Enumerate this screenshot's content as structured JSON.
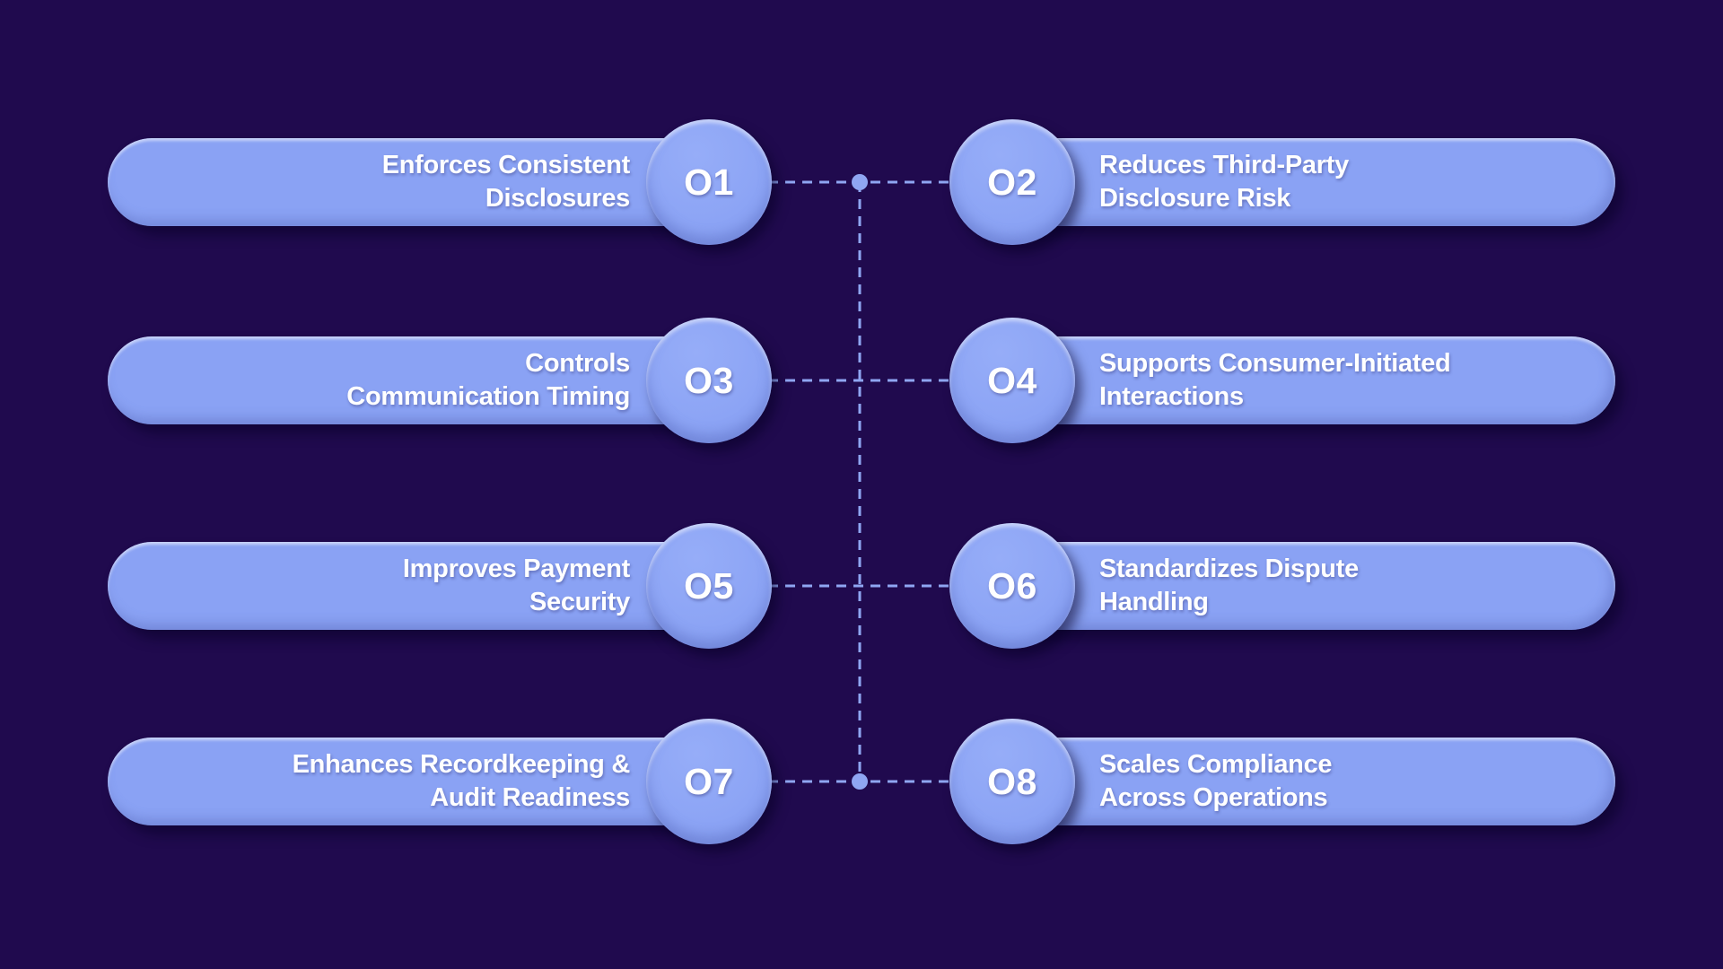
{
  "colors": {
    "background": "#200a4e",
    "pill": "#8aa2f4",
    "circle": "#96adf8",
    "text": "#ffffff",
    "connector": "#8fa6f2"
  },
  "rows": [
    {
      "number": "O1",
      "side": "left",
      "lines": [
        "Enforces Consistent",
        "Disclosures"
      ]
    },
    {
      "number": "O2",
      "side": "right",
      "lines": [
        "Reduces Third-Party",
        "Disclosure Risk"
      ]
    },
    {
      "number": "O3",
      "side": "left",
      "lines": [
        "Controls",
        "Communication Timing"
      ]
    },
    {
      "number": "O4",
      "side": "right",
      "lines": [
        "Supports Consumer-Initiated",
        "Interactions"
      ]
    },
    {
      "number": "O5",
      "side": "left",
      "lines": [
        "Improves Payment",
        "Security"
      ]
    },
    {
      "number": "O6",
      "side": "right",
      "lines": [
        "Standardizes Dispute",
        "Handling"
      ]
    },
    {
      "number": "O7",
      "side": "left",
      "lines": [
        "Enhances Recordkeeping &",
        "Audit Readiness"
      ]
    },
    {
      "number": "O8",
      "side": "right",
      "lines": [
        "Scales Compliance",
        "Across Operations"
      ]
    }
  ]
}
